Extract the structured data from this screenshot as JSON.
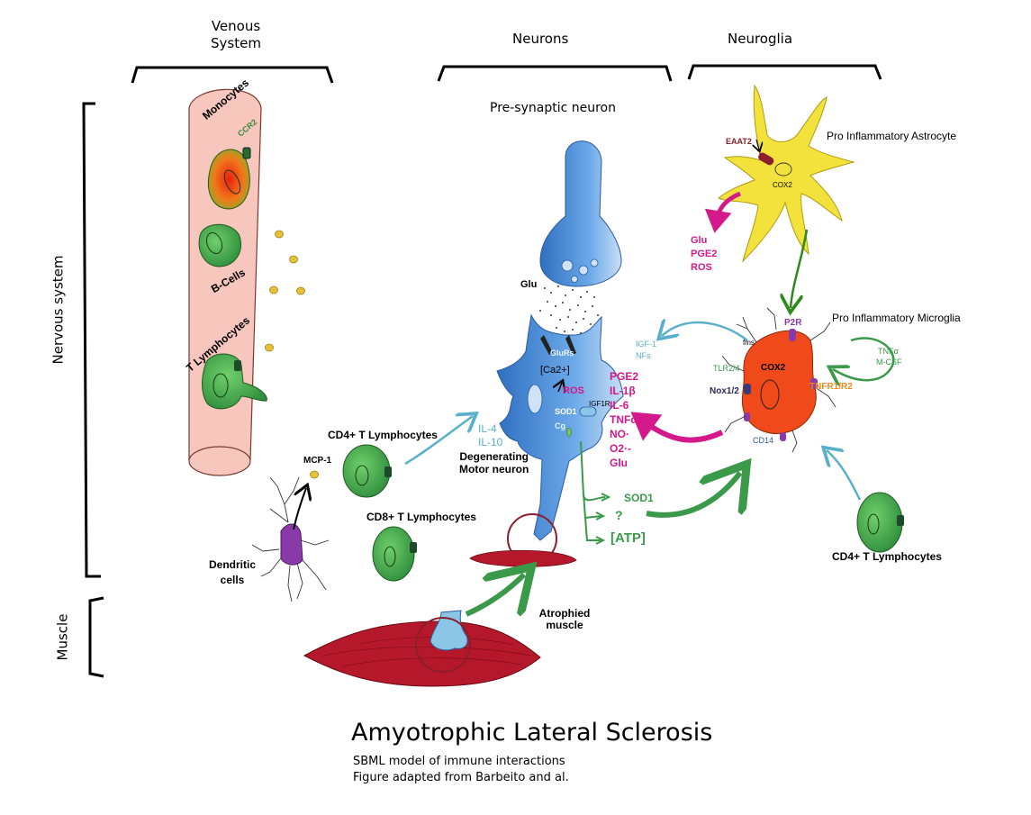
{
  "headers": {
    "venous_system": "Venous\nSystem",
    "neurons": "Neurons",
    "neuroglia": "Neuroglia",
    "nervous_system": "Nervous system",
    "muscle": "Muscle"
  },
  "vessel": {
    "monocytes": "Monocytes",
    "ccr2": "CCR2",
    "b_cells": "B-Cells",
    "t_lymphocytes": "T Lymphocytes"
  },
  "labels": {
    "pre_synaptic": "Pre-synaptic neuron",
    "glu": "Glu",
    "glurs": "GluRs",
    "ca2": "[Ca2+]",
    "ros": "ROS",
    "sod1": "SOD1",
    "cg": "Cg",
    "igf1r": "IGF1R",
    "degenerating": "Degenerating\nMotor neuron",
    "il4": "IL-4",
    "il10": "IL-10",
    "igf1": "IGF-1",
    "nfs": "NFs",
    "cd4_left": "CD4+ T Lymphocytes",
    "cd8": "CD8+ T Lymphocytes",
    "mcp1": "MCP-1",
    "dendritic": "Dendritic\ncells",
    "atrophied": "Atrophied\nmuscle",
    "sod1_out": "SOD1",
    "question": "?",
    "atp": "[ATP]",
    "pro_astrocyte": "Pro Inflammatory Astrocyte",
    "eaat2": "EAAT2",
    "cox2_astro": "COX2",
    "astro_glu": "Glu",
    "astro_pge2": "PGE2",
    "astro_ros": "ROS",
    "pro_microglia": "Pro Inflammatory Microglia",
    "p2r": "P2R",
    "fms": "fms",
    "tlr24": "TLR2/4",
    "cox2_micro": "COX2",
    "nox12": "Nox1/2",
    "tnfr": "TNFR1/R2",
    "cd14": "CD14",
    "tnfa_loop": "TNFα",
    "mcsf": "M-CSF",
    "cd4_right": "CD4+ T Lymphocytes"
  },
  "cytokines": [
    "PGE2",
    "IL-1β",
    "IL-6",
    "TNFα",
    "NO·",
    "O2·-",
    "Glu"
  ],
  "caption": {
    "title": "Amyotrophic Lateral Sclerosis",
    "line1": "SBML model of immune interactions",
    "line2": "Figure adapted from Barbeito and al."
  },
  "colors": {
    "vessel": "#f7c6bd",
    "neuron": "#4a8ed6",
    "astrocyte": "#f4e23c",
    "microglia": "#f04a1a",
    "lymphocyte": "#3fa34d",
    "muscle": "#b5182a",
    "magenta": "#d4198a",
    "cyan": "#5ab0cc",
    "green_arrow": "#3a9a4a",
    "dendritic": "#8a3aa8"
  }
}
